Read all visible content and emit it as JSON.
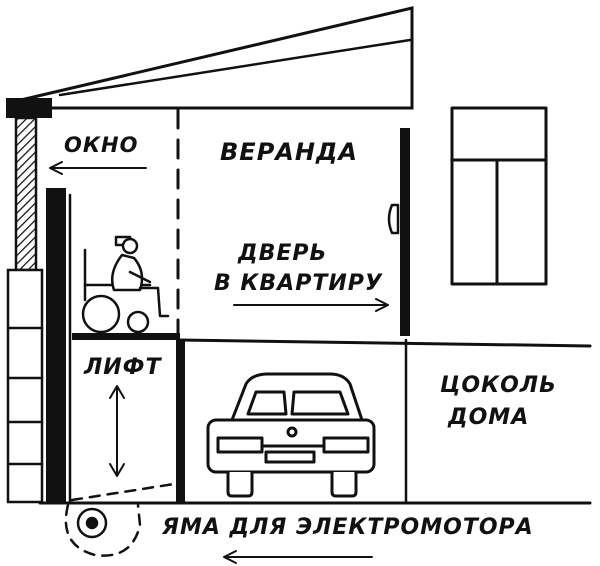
{
  "labels": {
    "window": "ОКНО",
    "veranda": "ВЕРАНДА",
    "door_line1": "ДВЕРЬ",
    "door_line2": "В КВАРТИРУ",
    "lift": "ЛИФТ",
    "plinth_line1": "ЦОКОЛЬ",
    "plinth_line2": "ДОМА",
    "pit": "ЯМА ДЛЯ ЭЛЕКТРОМОТОРА"
  },
  "icons": {
    "wheelchair": "wheelchair-user-icon",
    "car": "car-icon",
    "motor": "motor-pulley-icon",
    "house_window": "house-window-icon"
  },
  "colors": {
    "ink": "#111111",
    "paper": "#ffffff"
  }
}
